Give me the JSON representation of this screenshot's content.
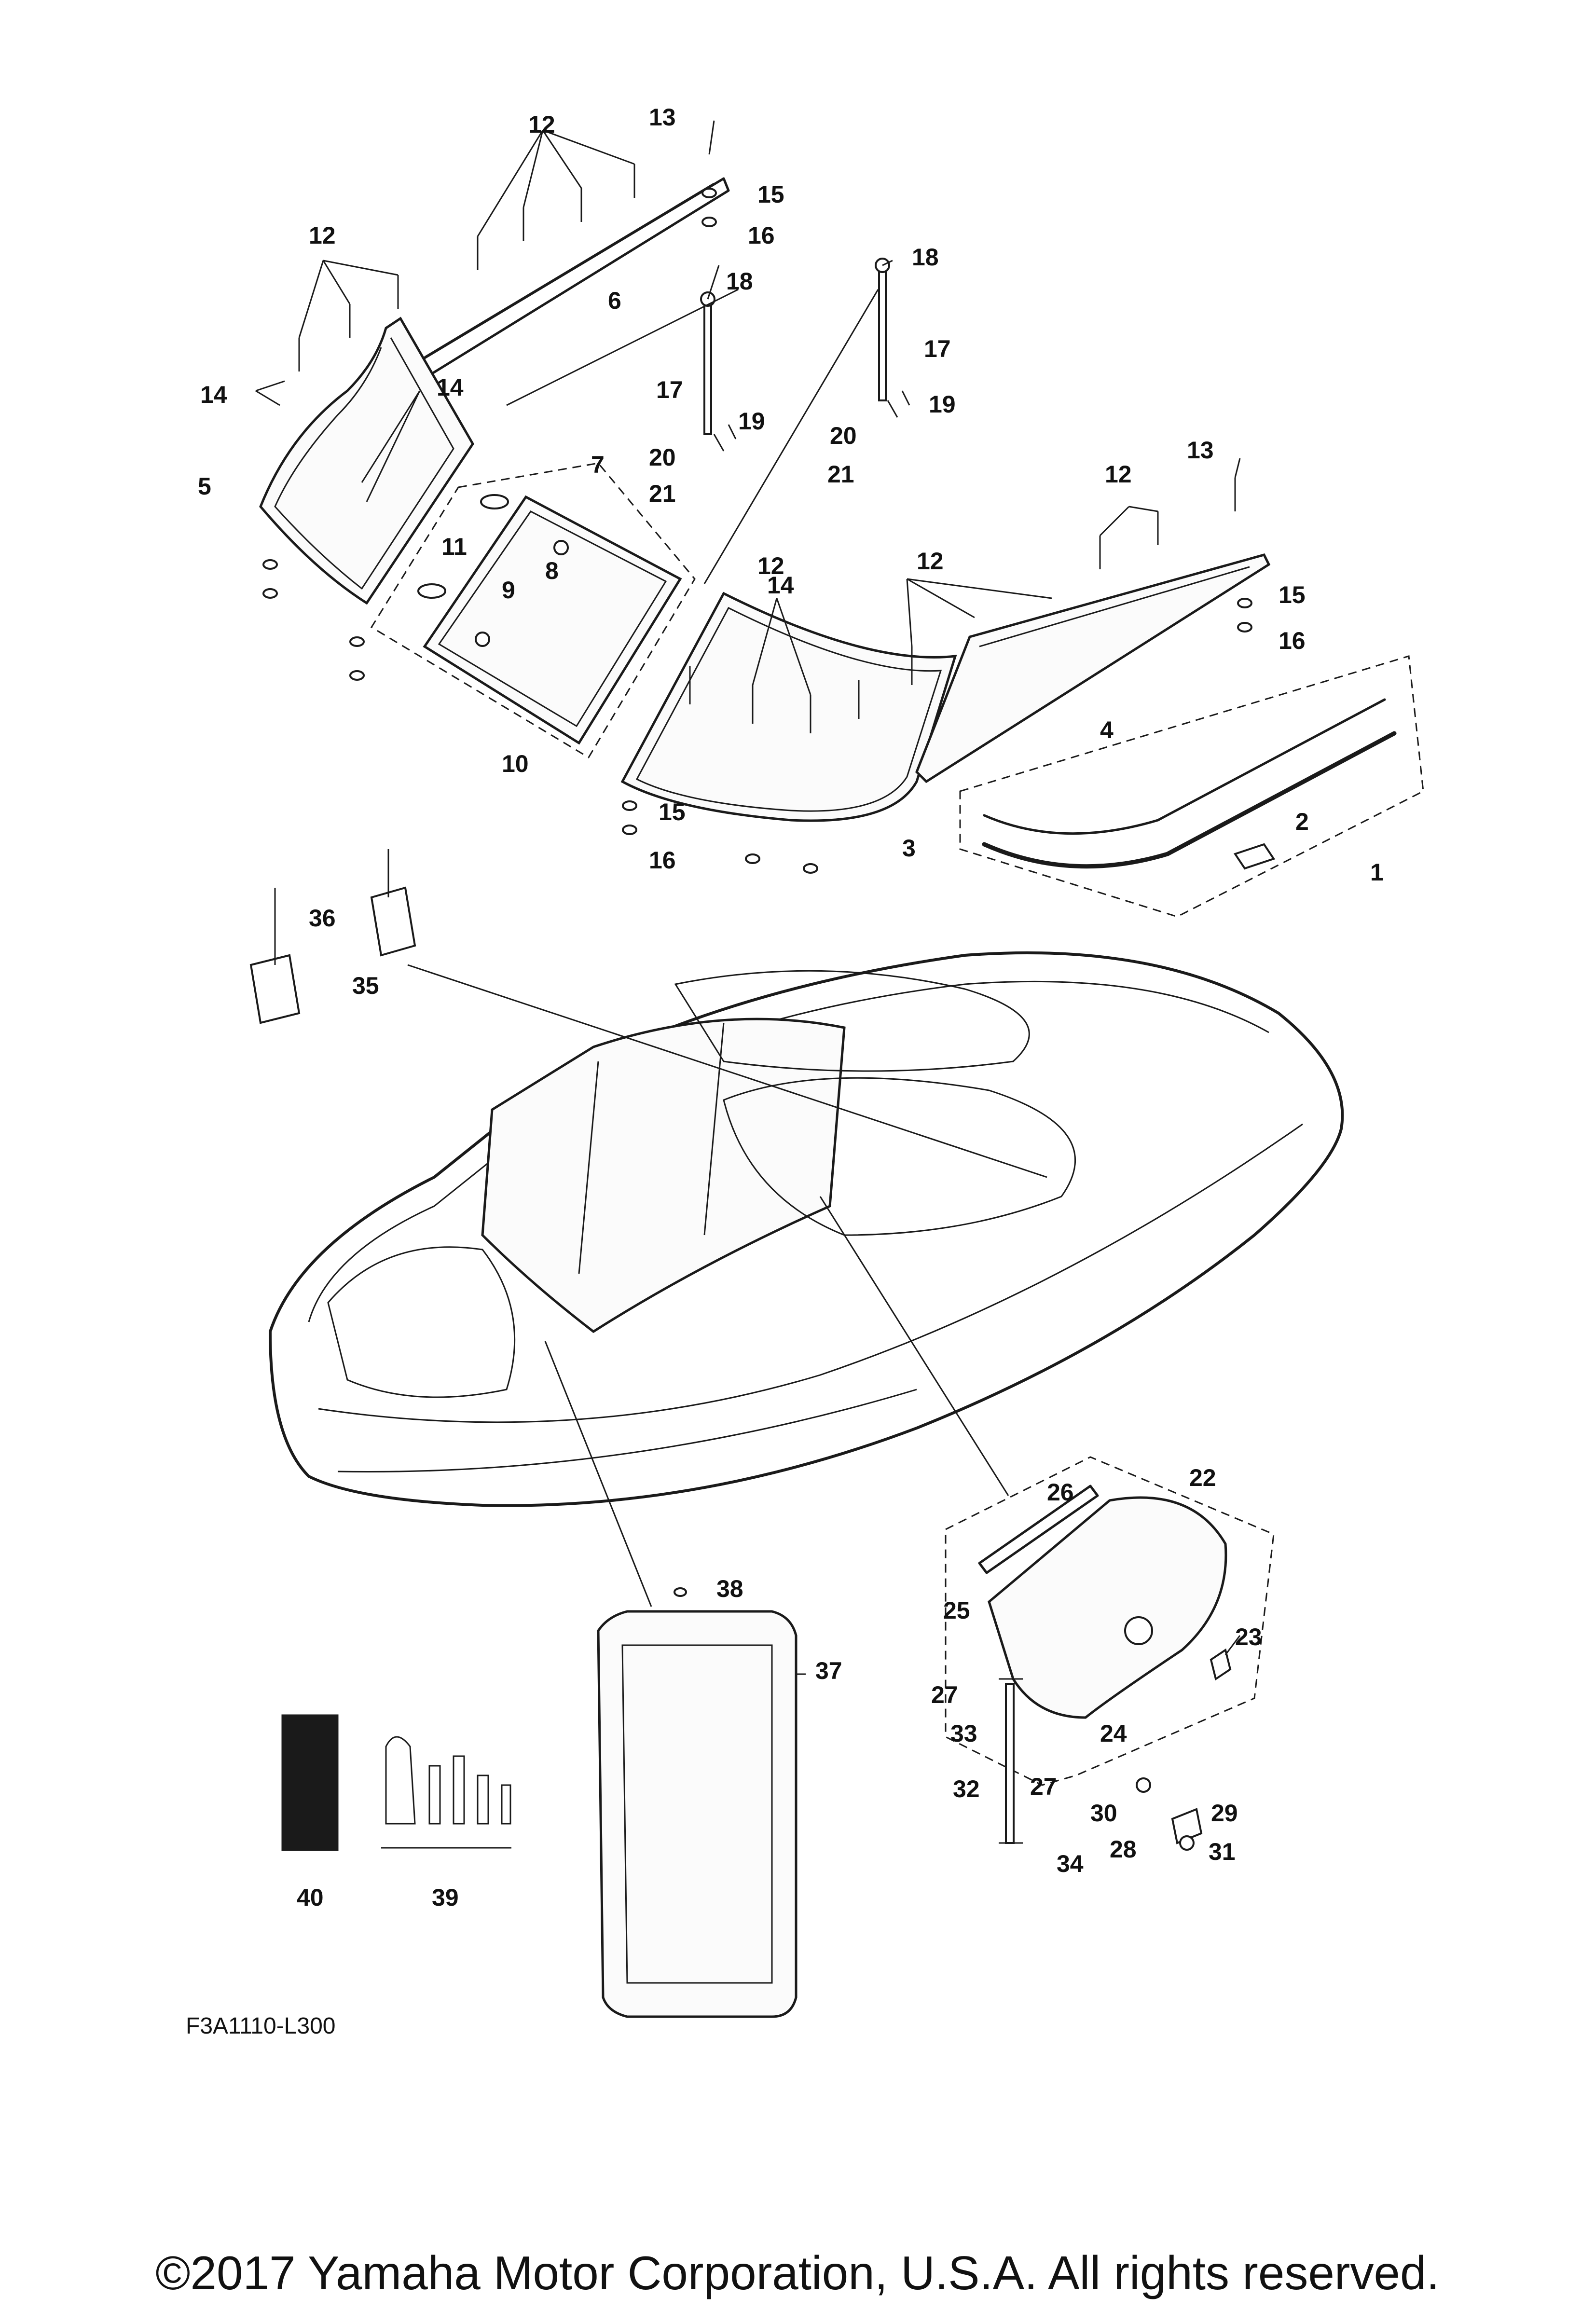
{
  "diagram_code": "F3A1110-L300",
  "copyright": "©2017 Yamaha Motor Corporation, U.S.A. All rights reserved.",
  "callouts": {
    "c1": "1",
    "c2": "2",
    "c3": "3",
    "c4": "4",
    "c5": "5",
    "c6": "6",
    "c7": "7",
    "c8": "8",
    "c9": "9",
    "c10": "10",
    "c11": "11",
    "c12a": "12",
    "c12b": "12",
    "c12c": "12",
    "c12d": "12",
    "c12e": "12",
    "c13a": "13",
    "c13b": "13",
    "c14a": "14",
    "c14b": "14",
    "c14c": "14",
    "c15a": "15",
    "c15b": "15",
    "c15c": "15",
    "c16a": "16",
    "c16b": "16",
    "c16c": "16",
    "c17a": "17",
    "c17b": "17",
    "c18a": "18",
    "c18b": "18",
    "c19a": "19",
    "c19b": "19",
    "c20a": "20",
    "c20b": "20",
    "c21a": "21",
    "c21b": "21",
    "c22": "22",
    "c23": "23",
    "c24": "24",
    "c25": "25",
    "c26": "26",
    "c27a": "27",
    "c27b": "27",
    "c28": "28",
    "c29": "29",
    "c30": "30",
    "c31": "31",
    "c32": "32",
    "c33": "33",
    "c34": "34",
    "c35": "35",
    "c36": "36",
    "c37": "37",
    "c38": "38",
    "c39": "39",
    "c40": "40"
  }
}
